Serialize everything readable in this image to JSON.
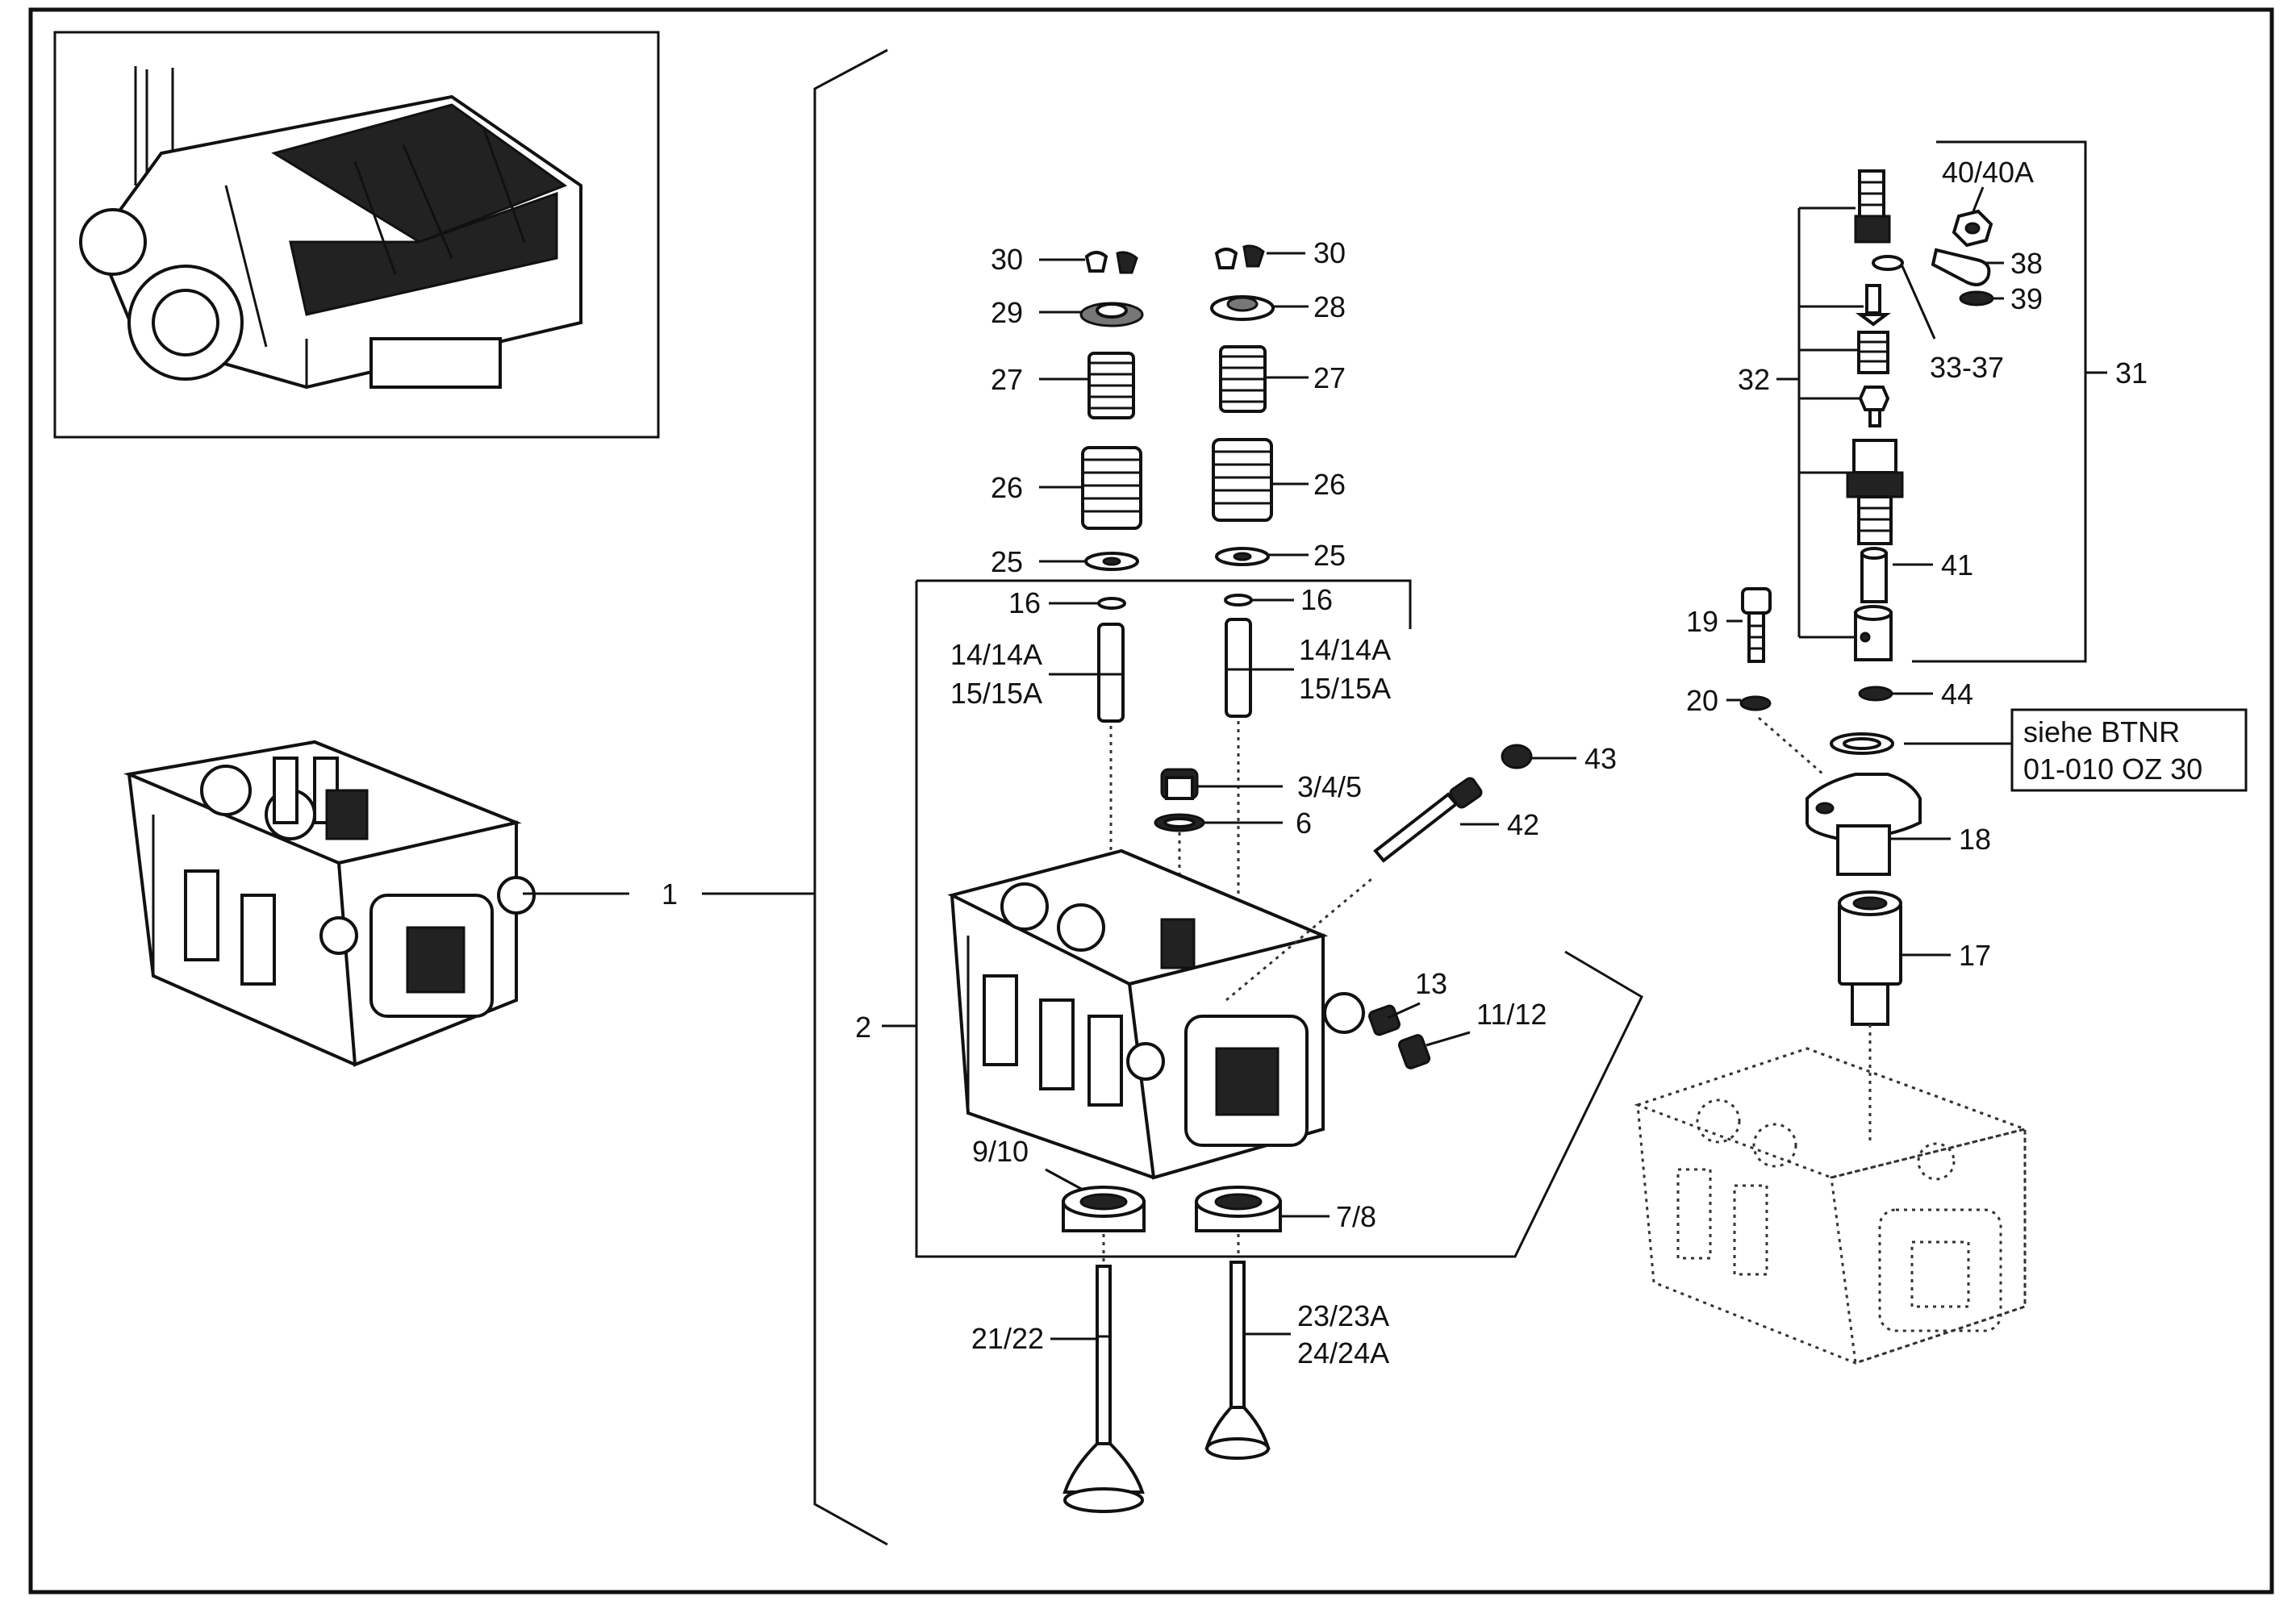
{
  "diagram": {
    "labels": {
      "p1": "1",
      "p2": "2",
      "p3_5": "3/4/5",
      "p6": "6",
      "p7_8": "7/8",
      "p9_10": "9/10",
      "p11_12": "11/12",
      "p13": "13",
      "p14_15_left_a": "14/14A",
      "p14_15_left_b": "15/15A",
      "p14_15_right_a": "14/14A",
      "p14_15_right_b": "15/15A",
      "p16_left": "16",
      "p16_right": "16",
      "p17": "17",
      "p18": "18",
      "p19": "19",
      "p20": "20",
      "p21_22": "21/22",
      "p23_24_a": "23/23A",
      "p23_24_b": "24/24A",
      "p25_left": "25",
      "p25_right": "25",
      "p26_left": "26",
      "p26_right": "26",
      "p27_left": "27",
      "p27_right": "27",
      "p28": "28",
      "p29": "29",
      "p30_left": "30",
      "p30_right": "30",
      "p31": "31",
      "p32": "32",
      "p33_37": "33-37",
      "p38": "38",
      "p39": "39",
      "p40": "40/40A",
      "p41": "41",
      "p42": "42",
      "p43": "43",
      "p44": "44"
    },
    "reference_box": {
      "line1": "siehe BTNR",
      "line2": "01-010  OZ 30"
    }
  }
}
